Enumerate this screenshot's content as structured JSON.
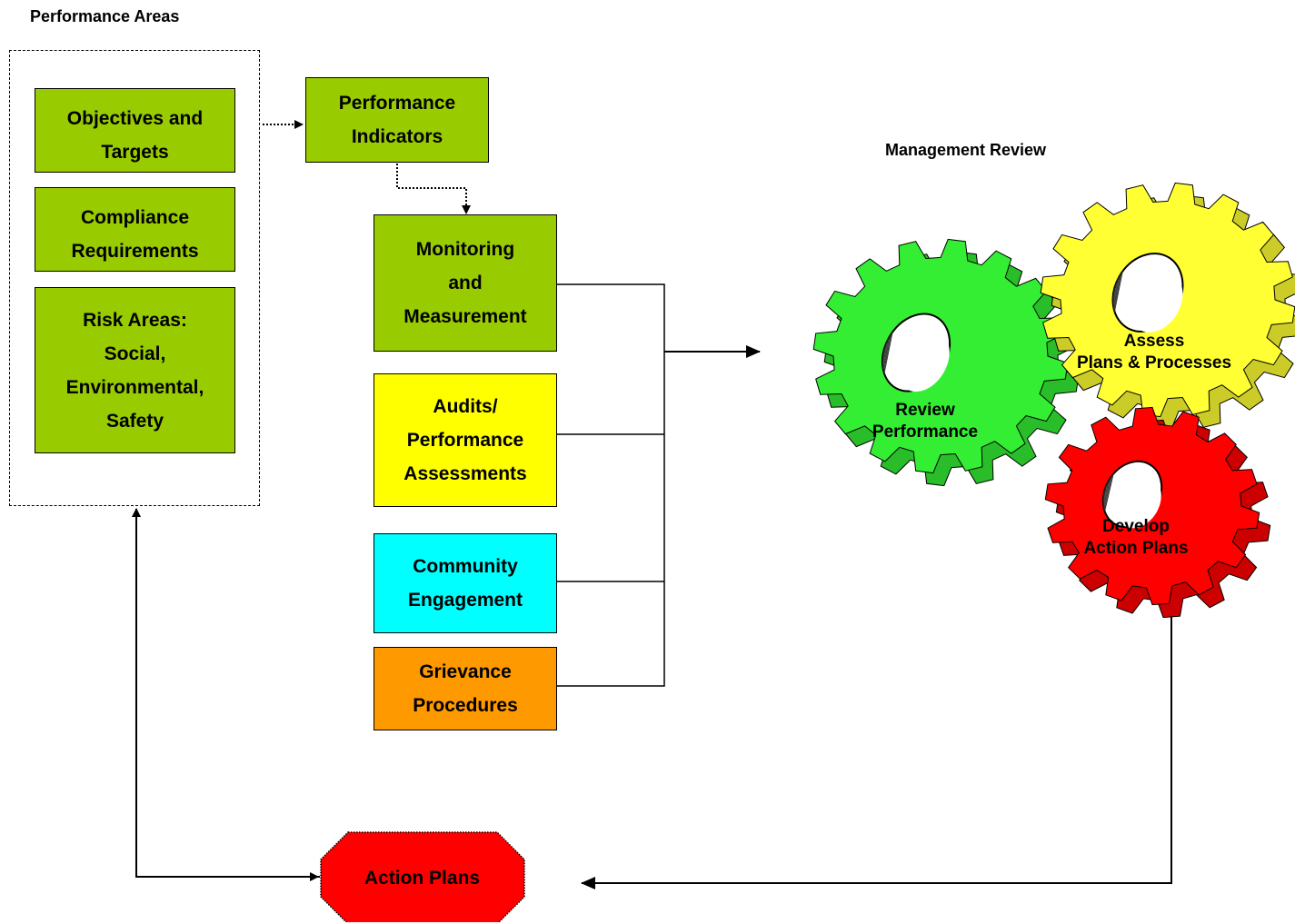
{
  "headings": {
    "performance_areas": "Performance Areas",
    "management_review": "Management Review"
  },
  "performance_area_boxes": [
    {
      "label": "Objectives and\nTargets",
      "color": "#99cc00"
    },
    {
      "label": "Compliance\nRequirements",
      "color": "#99cc00"
    },
    {
      "label": "Risk Areas:\nSocial,\nEnvironmental,\nSafety",
      "color": "#99cc00"
    }
  ],
  "performance_indicators": {
    "label": "Performance\nIndicators",
    "color": "#99cc00"
  },
  "activity_boxes": [
    {
      "label": "Monitoring\nand\nMeasurement",
      "color": "#99cc00"
    },
    {
      "label": "Audits/\nPerformance\nAssessments",
      "color": "#ffff00"
    },
    {
      "label": "Community\nEngagement",
      "color": "#00ffff"
    },
    {
      "label": "Grievance\nProcedures",
      "color": "#ff9900"
    }
  ],
  "gears": [
    {
      "label": "Review\nPerformance",
      "color": "#33ee33",
      "icon": "gear-icon"
    },
    {
      "label": "Assess\nPlans & Processes",
      "color": "#ffff33",
      "icon": "gear-icon"
    },
    {
      "label": "Develop\nAction Plans",
      "color": "#ff0000",
      "icon": "gear-icon"
    }
  ],
  "action_plans": {
    "label": "Action Plans",
    "color": "#ff0000"
  }
}
